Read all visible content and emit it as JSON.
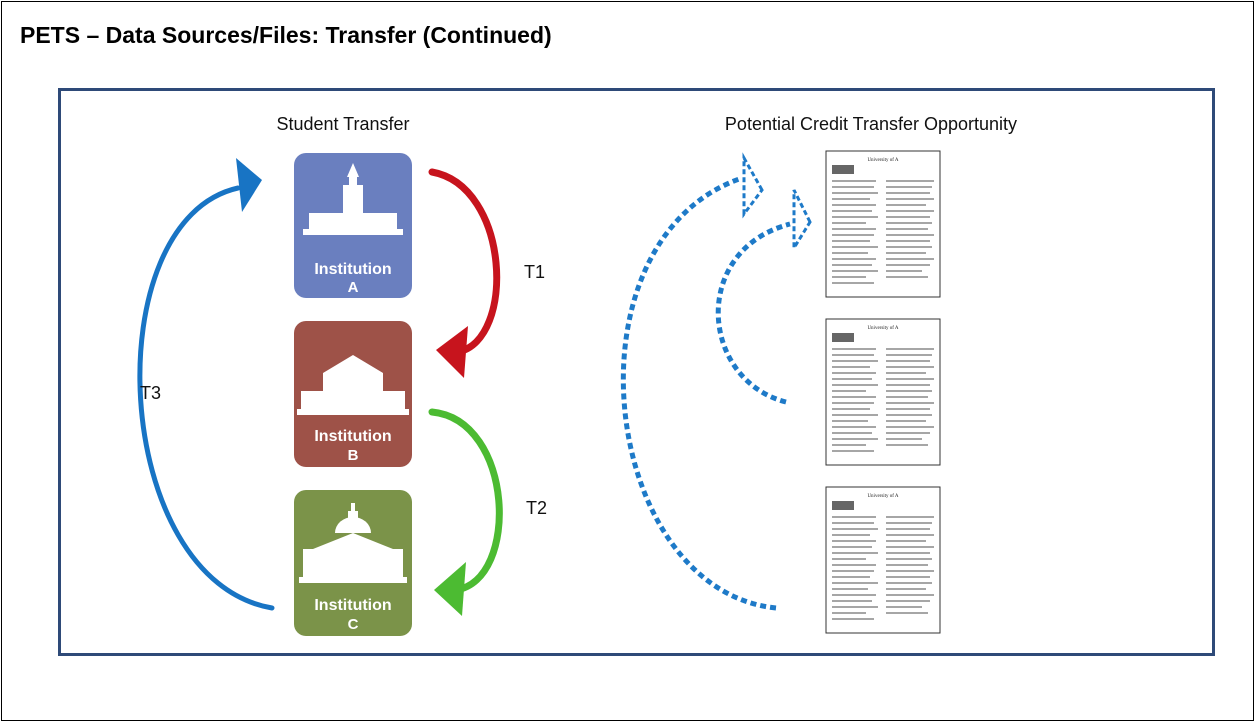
{
  "slide": {
    "title": "PETS – Data Sources/Files: Transfer (Continued)"
  },
  "student_transfer": {
    "heading": "Student Transfer",
    "institutions": [
      {
        "name": "Institution",
        "letter": "A",
        "color": "#6a7fbf"
      },
      {
        "name": "Institution",
        "letter": "B",
        "color": "#9e5248"
      },
      {
        "name": "Institution",
        "letter": "C",
        "color": "#7b9349"
      }
    ],
    "transfers": [
      {
        "label": "T1",
        "color": "#c7141d"
      },
      {
        "label": "T2",
        "color": "#4cbb32"
      },
      {
        "label": "T3",
        "color": "#1874c4"
      }
    ]
  },
  "credit_transfer": {
    "heading": "Potential Credit Transfer Opportunity",
    "arrow_color": "#1e7ac8",
    "transcripts": [
      {
        "header": "University of A",
        "icon": "transcript-icon"
      },
      {
        "header": "University of A",
        "icon": "transcript-icon"
      },
      {
        "header": "University of A",
        "icon": "transcript-icon"
      }
    ]
  }
}
